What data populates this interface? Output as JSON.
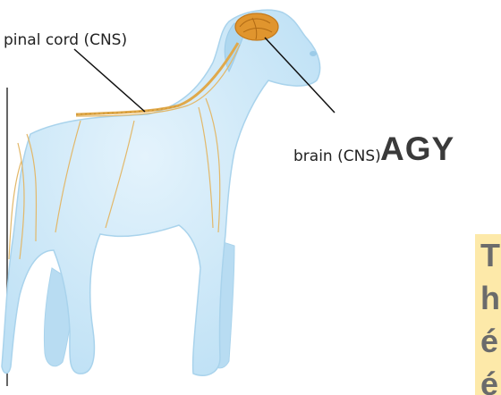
{
  "labels": {
    "spinal_cord": "pinal cord  (CNS)",
    "brain": "brain  (CNS)"
  },
  "heading": "AGY",
  "callout": {
    "lines": [
      "T",
      "h",
      "é",
      "é"
    ]
  },
  "colors": {
    "body_fill": "#cfe9f7",
    "body_outline": "#a9d3ec",
    "nerve": "#e2b86a",
    "brain": "#e0952e",
    "callout_bg": "#fde9a9",
    "heading_text": "#3a3a3a",
    "callout_text": "#6b6b6b"
  }
}
